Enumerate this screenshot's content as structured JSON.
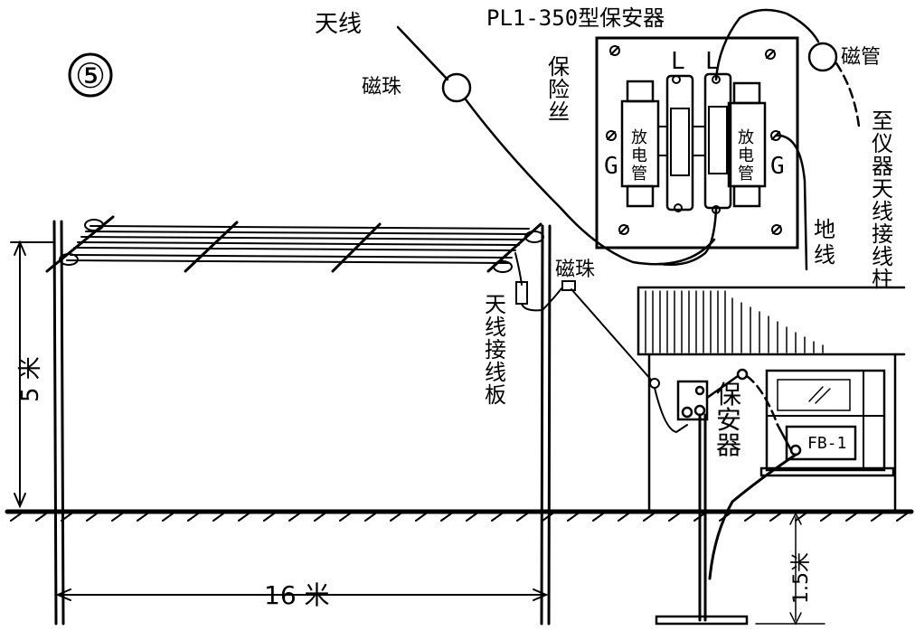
{
  "figure_number": "⑤",
  "labels": {
    "antenna": "天线",
    "ceramic_bead_top": "磁珠",
    "ceramic_bead_mid": "磁珠",
    "protector_model": "PL1-350型保安器",
    "fuse_vertical": [
      "保",
      "险",
      "丝"
    ],
    "terminal_l_left": "L",
    "terminal_l_right": "L",
    "terminal_g_left": "G",
    "terminal_g_right": "G",
    "discharge_tube_left": [
      "放",
      "电",
      "管"
    ],
    "discharge_tube_right": [
      "放",
      "电",
      "管"
    ],
    "ground_wire": [
      "地",
      "线"
    ],
    "ceramic_tube": "磁管",
    "to_instrument_terminal": [
      "至",
      "仪",
      "器",
      "天",
      "线",
      "接",
      "线",
      "柱"
    ],
    "antenna_terminal_board": [
      "天",
      "线",
      "接",
      "线",
      "板"
    ],
    "protector_small": [
      "保",
      "安",
      "器"
    ],
    "instrument_model": "FB-1",
    "height_dim": "5 米",
    "span_dim": "16 米",
    "depth_dim": "1.5米"
  }
}
